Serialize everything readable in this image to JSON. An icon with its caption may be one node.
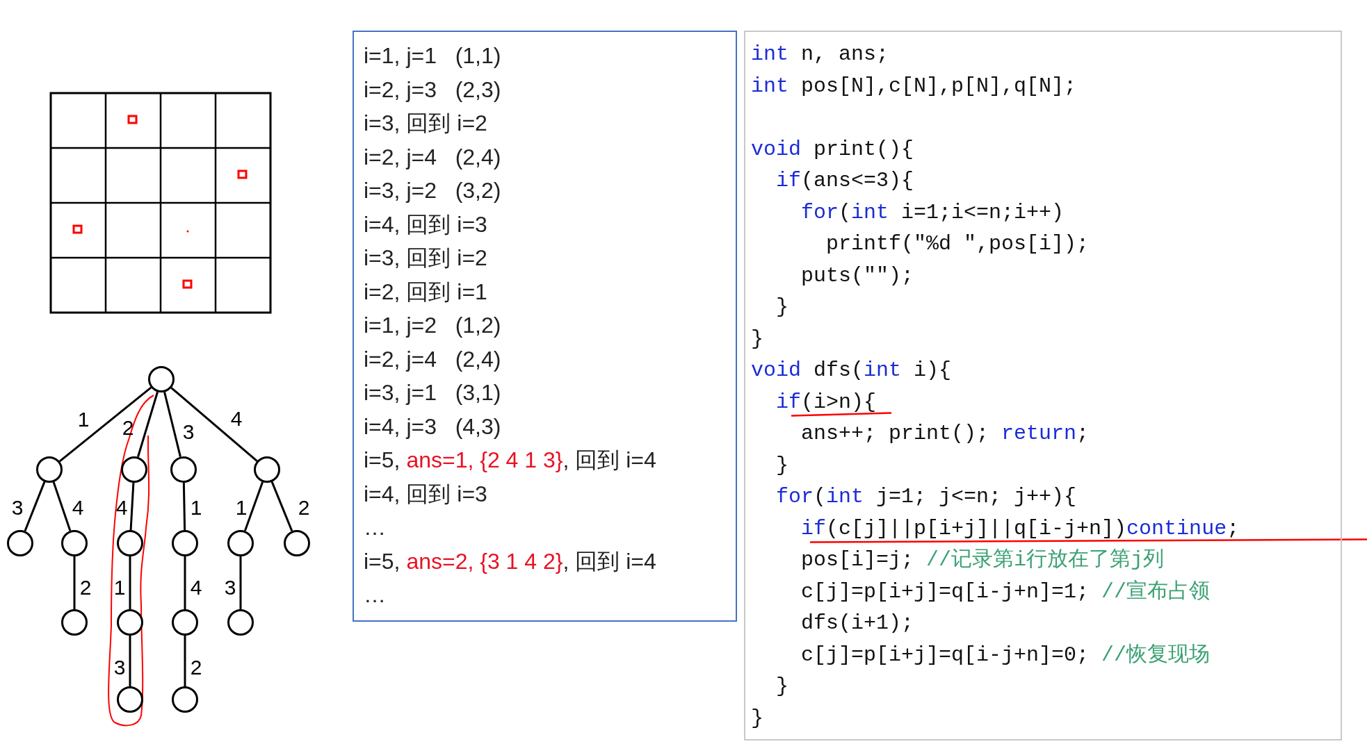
{
  "diagram": {
    "nodes": [
      {
        "text": [],
        "shape": "circle"
      },
      {
        "text": [],
        "shape": "circle"
      },
      {
        "text": [],
        "shape": "circle"
      },
      {
        "text": [],
        "shape": "circle"
      },
      {
        "text": [],
        "shape": "circle"
      },
      {
        "text": [],
        "shape": "circle"
      },
      {
        "text": [],
        "shape": "circle"
      },
      {
        "text": [],
        "shape": "circle"
      },
      {
        "text": [],
        "shape": "circle"
      },
      {
        "text": [],
        "shape": "circle"
      },
      {
        "text": [],
        "shape": "circle"
      },
      {
        "text": [],
        "shape": "circle"
      },
      {
        "text": [],
        "shape": "circle"
      },
      {
        "text": [],
        "shape": "circle"
      },
      {
        "text": [],
        "shape": "circle"
      },
      {
        "text": [],
        "shape": "circle"
      },
      {
        "text": [],
        "shape": "circle"
      },
      {
        "text": [
          "i=1, j=1   (1,1)",
          "i=2, j=3   (2,3)",
          "i=3, 回到 i=2",
          "i=2, j=4   (2,4)",
          "i=3, j=2   (3,2)",
          "i=4, 回到 i=3",
          "i=3, 回到 i=2",
          "i=2, 回到 i=1",
          "i=1, j=2   (1,2)",
          "i=2, j=4   (2,4)",
          "i=3, j=1   (3,1)",
          "i=4, j=3   (4,3)",
          "i=5, **ans=1, {2 4 1 3}**, 回到 i=4",
          "i=4, 回到 i=3",
          "…",
          "i=5, **ans=2, {3 1 4 2}**, 回到 i=4",
          "…"
        ]
      },
      {
        "text": [
          "**int** n, ans;",
          "**int** pos[N],c[N],p[N],q[N];",
          "**void** print(){",
          "  **if**(ans<=3){",
          "    **for**(**int** i=1;i<=n;i++)",
          "      printf(\"%d \",pos[i]);",
          "    puts(\"\");",
          "  }",
          "}",
          "**void** dfs(**int** i){",
          "  **if**(i>n){",
          "    ans++; print(); **return**;",
          "  }",
          "  **for**(**int** j=1; j<=n; j++){",
          "    **if**(c[j]||p[i+j]||q[i-j+n])**continue**;",
          "    pos[i]=j; *//记录第i行放在了第j列*",
          "    c[j]=p[i+j]=q[i-j+n]=1; *//宣布占领*",
          "    dfs(i+1);",
          "    c[j]=p[i+j]=q[i-j+n]=0; *//恢复现场*",
          "  }",
          "}"
        ]
      }
    ],
    "edges": [
      {
        "from": 0,
        "to": 1,
        "arrow": "none",
        "label": "1"
      },
      {
        "from": 0,
        "to": 2,
        "arrow": "none",
        "label": "2"
      },
      {
        "from": 0,
        "to": 3,
        "arrow": "none",
        "label": "3"
      },
      {
        "from": 0,
        "to": 4,
        "arrow": "none",
        "label": "4"
      },
      {
        "from": 1,
        "to": 5,
        "arrow": "none",
        "label": "3"
      },
      {
        "from": 1,
        "to": 6,
        "arrow": "none",
        "label": "4"
      },
      {
        "from": 2,
        "to": 7,
        "arrow": "none",
        "label": "4"
      },
      {
        "from": 3,
        "to": 8,
        "arrow": "none",
        "label": "1"
      },
      {
        "from": 4,
        "to": 9,
        "arrow": "none",
        "label": "1"
      },
      {
        "from": 4,
        "to": 10,
        "arrow": "none",
        "label": "2"
      },
      {
        "from": 6,
        "to": 11,
        "arrow": "none",
        "label": "2"
      },
      {
        "from": 7,
        "to": 12,
        "arrow": "none",
        "label": "1"
      },
      {
        "from": 8,
        "to": 13,
        "arrow": "none",
        "label": "4"
      },
      {
        "from": 9,
        "to": 14,
        "arrow": "none",
        "label": "3"
      },
      {
        "from": 12,
        "to": 15,
        "arrow": "none",
        "label": "3"
      },
      {
        "from": 13,
        "to": 16,
        "arrow": "none",
        "label": "2"
      }
    ]
  }
}
